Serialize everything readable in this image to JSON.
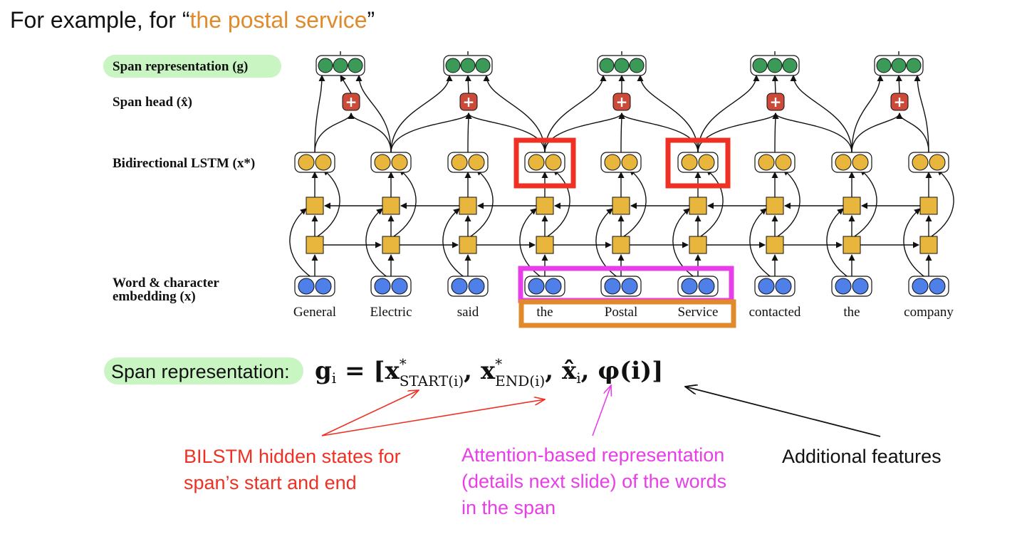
{
  "title": {
    "prefix": "For example, for “",
    "highlight": "the postal service",
    "suffix": "”"
  },
  "row_labels": {
    "span_representation": "Span representation (g)",
    "span_head": "Span head (x̂)",
    "bilstm": "Bidirectional LSTM (x*)",
    "embedding_line1": "Word & character",
    "embedding_line2": "embedding (x)"
  },
  "words": [
    "General",
    "Electric",
    "said",
    "the",
    "Postal",
    "Service",
    "contacted",
    "the",
    "company"
  ],
  "formula_label": "Span representation:",
  "formula": {
    "g": "g",
    "i": "i",
    "eq": " = [",
    "x1": "x",
    "sub1": "START(i)",
    "x2": "x",
    "sub2": "END(i)",
    "xh": "x̂",
    "phi": "φ(i)]",
    "star": "*",
    "comma": ", "
  },
  "annotations": {
    "bilstm_line1": "BILSTM hidden states for",
    "bilstm_line2": "span’s start and end",
    "attention_line1": "Attention-based representation",
    "attention_line2": "(details next slide) of the words",
    "attention_line3": "in the span",
    "additional": "Additional features"
  },
  "colors": {
    "green_node": "#3c9a58",
    "red_plus": "#cc4a3a",
    "yellow_node": "#e8b53d",
    "blue_node": "#4f7fe8",
    "red_highlight": "#ee3124",
    "magenta_highlight": "#e83ee8",
    "orange_highlight": "#e08a2c",
    "label_bg_green": "#c9f5c3"
  }
}
